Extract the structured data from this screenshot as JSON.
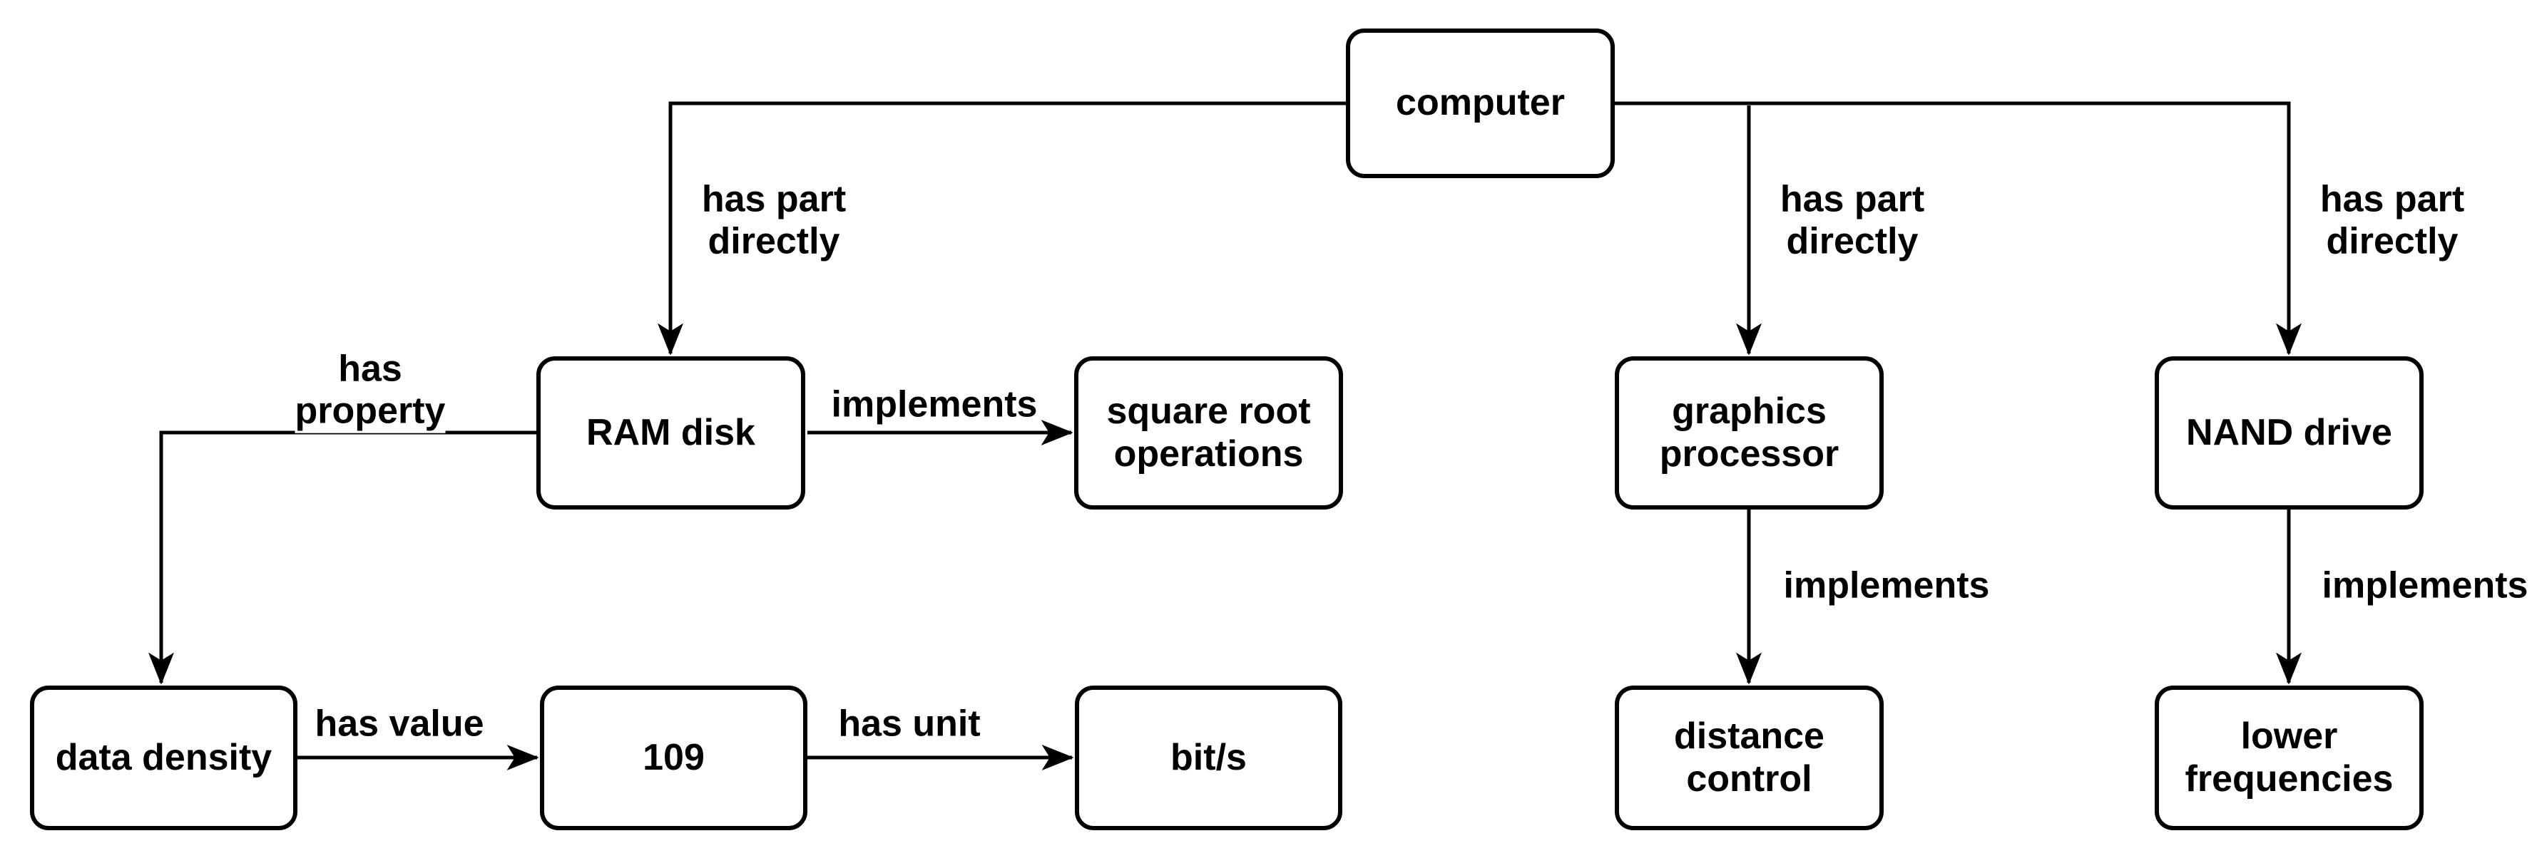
{
  "diagram": {
    "background_color": "#ffffff",
    "line_color": "#000000",
    "text_color": "#000000",
    "node_fill_color": "#ffffff",
    "nodes": [
      {
        "id": "computer",
        "label": "computer"
      },
      {
        "id": "ram-disk",
        "label": "RAM disk"
      },
      {
        "id": "square-root-operations",
        "label": "square root\noperations"
      },
      {
        "id": "graphics-processor",
        "label": "graphics\nprocessor"
      },
      {
        "id": "nand-drive",
        "label": "NAND drive"
      },
      {
        "id": "data-density",
        "label": "data density"
      },
      {
        "id": "value-109",
        "label": "109"
      },
      {
        "id": "bit-per-second",
        "label": "bit/s"
      },
      {
        "id": "distance-control",
        "label": "distance\ncontrol"
      },
      {
        "id": "lower-frequencies",
        "label": "lower\nfrequencies"
      }
    ],
    "edges": [
      {
        "from": "computer",
        "to": "ram-disk",
        "label": "has part\ndirectly"
      },
      {
        "from": "computer",
        "to": "graphics-processor",
        "label": "has part\ndirectly"
      },
      {
        "from": "computer",
        "to": "nand-drive",
        "label": "has part\ndirectly"
      },
      {
        "from": "ram-disk",
        "to": "square-root-operations",
        "label": "implements"
      },
      {
        "from": "ram-disk",
        "to": "data-density",
        "label": "has\nproperty"
      },
      {
        "from": "data-density",
        "to": "value-109",
        "label": "has value"
      },
      {
        "from": "value-109",
        "to": "bit-per-second",
        "label": "has unit"
      },
      {
        "from": "graphics-processor",
        "to": "distance-control",
        "label": "implements"
      },
      {
        "from": "nand-drive",
        "to": "lower-frequencies",
        "label": "implements"
      }
    ]
  }
}
